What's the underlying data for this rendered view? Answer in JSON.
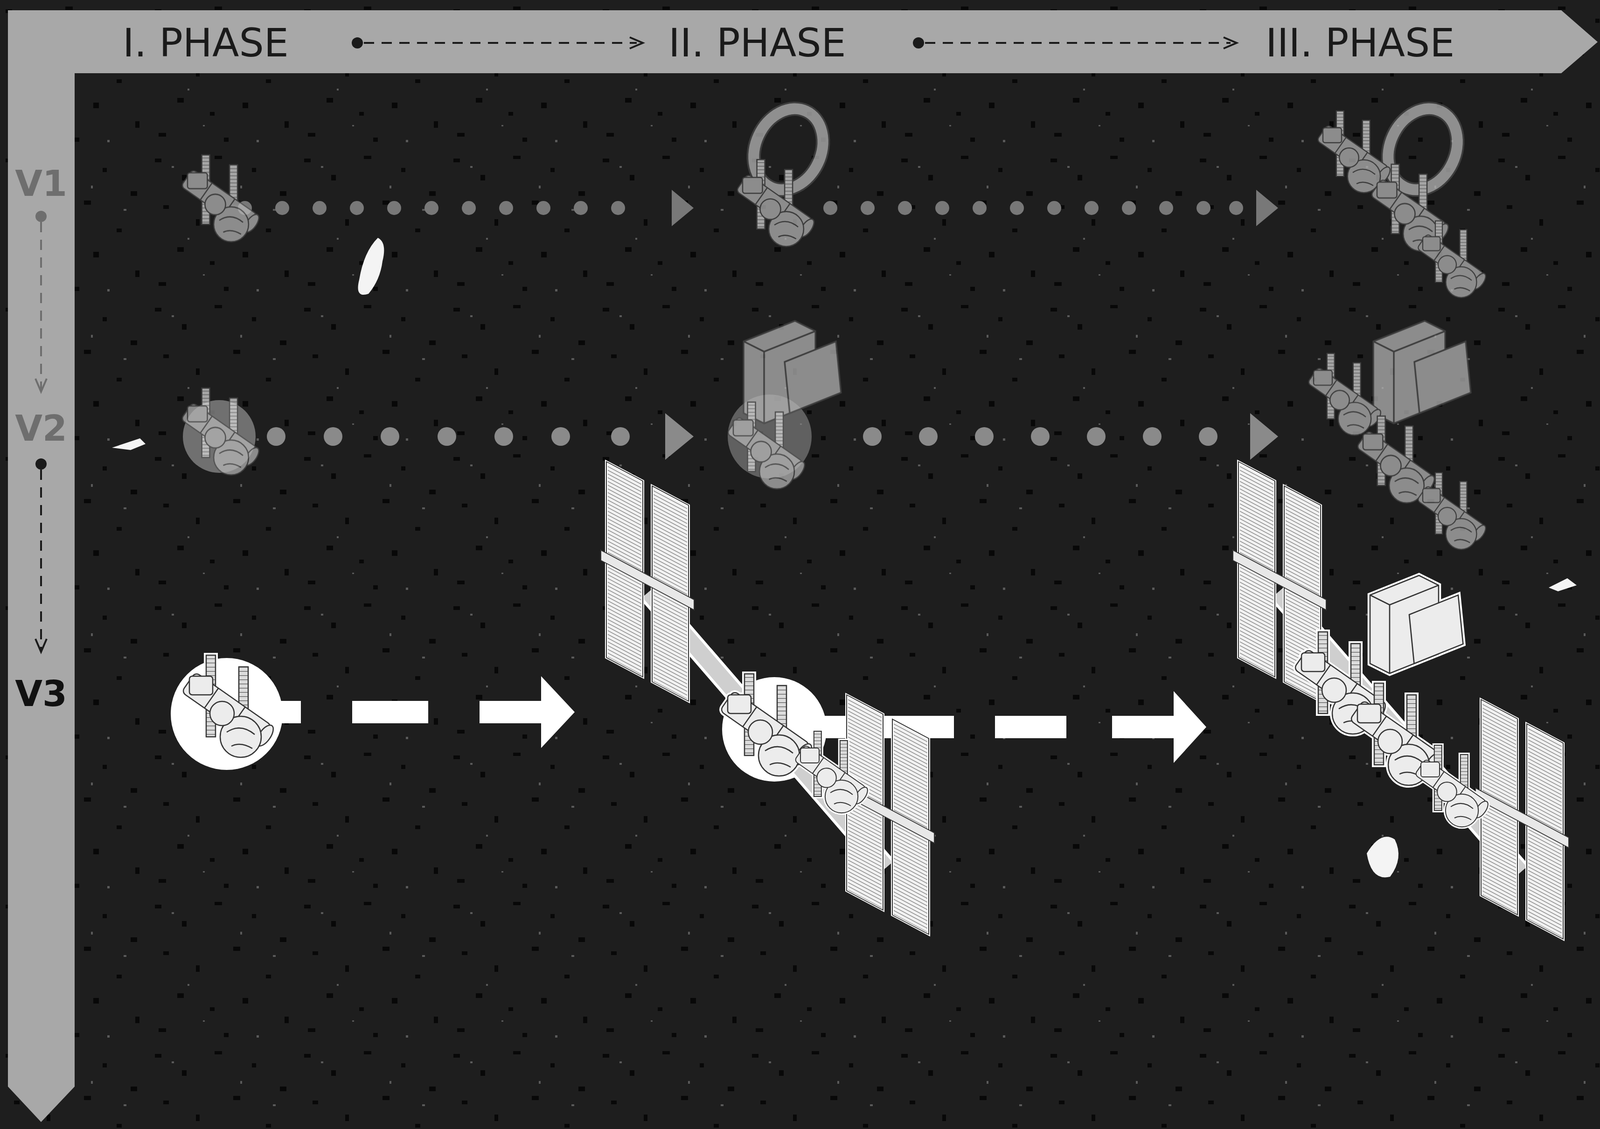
{
  "diagram": {
    "labels": [
      "I. PHASE",
      "II. PHASE",
      "III. PHASE",
      "V1",
      "V2",
      "V3"
    ]
  }
}
